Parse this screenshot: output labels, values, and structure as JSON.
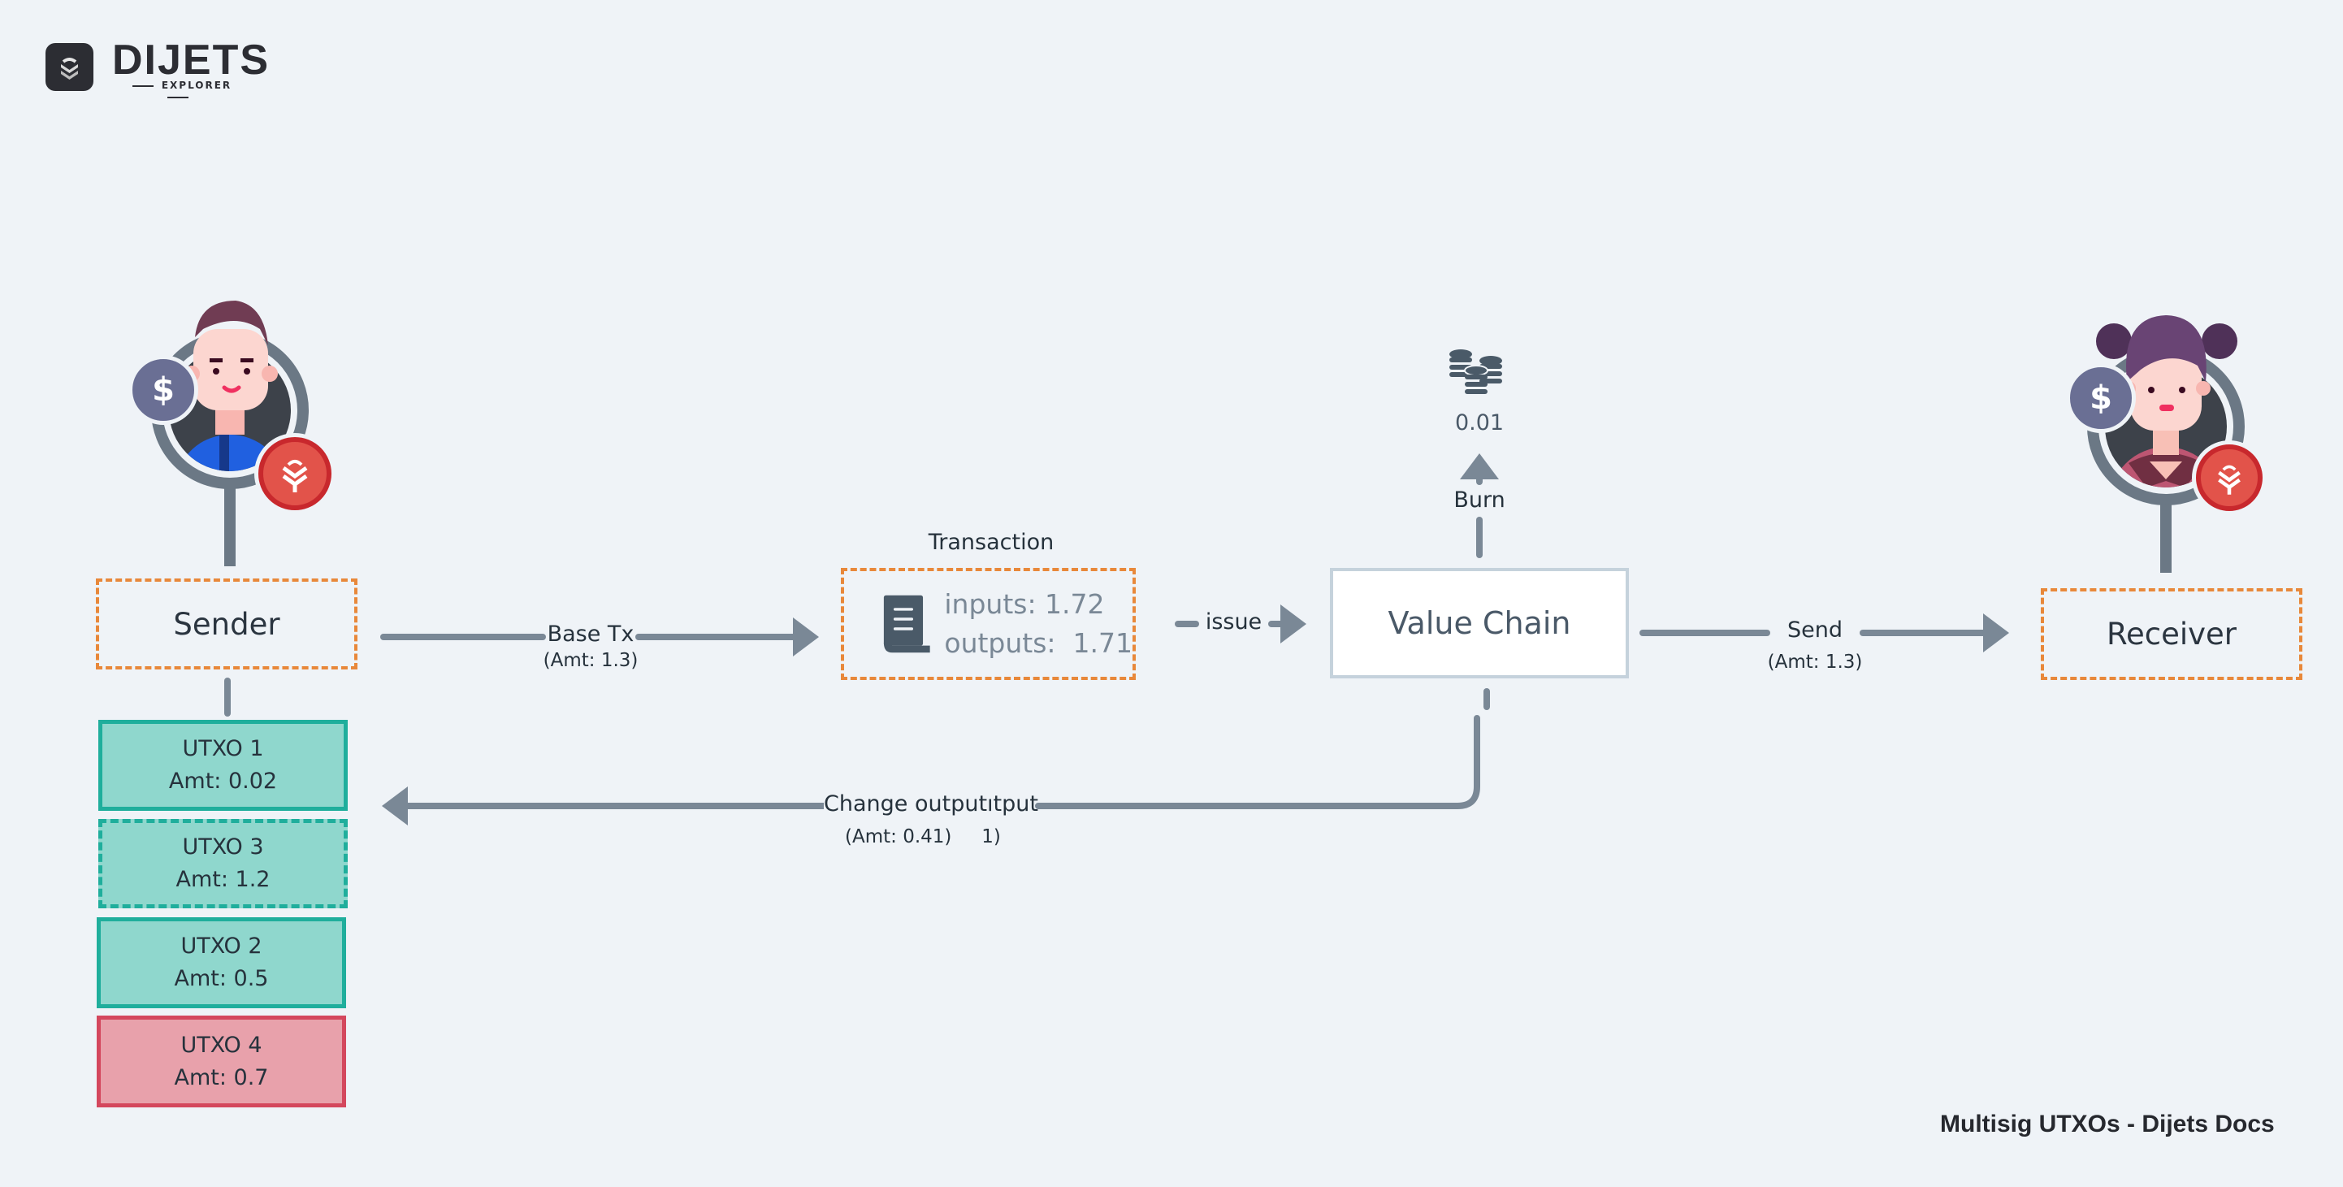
{
  "brand": {
    "name": "DIJETS",
    "subtitle": "EXPLORER",
    "logo_icon": "layered-chevrons-icon"
  },
  "actors": {
    "sender": {
      "label": "Sender",
      "avatar": "male-avatar",
      "badges": [
        "dollar-coin-icon",
        "dijets-token-icon"
      ]
    },
    "receiver": {
      "label": "Receiver",
      "avatar": "female-avatar",
      "badges": [
        "dollar-coin-icon",
        "dijets-token-icon"
      ]
    }
  },
  "utxos": [
    {
      "name": "UTXO 1",
      "amount": "Amt: 0.02",
      "style": "teal"
    },
    {
      "name": "UTXO 3",
      "amount": "Amt: 1.2",
      "style": "teal-dashed"
    },
    {
      "name": "UTXO 2",
      "amount": "Amt: 0.5",
      "style": "teal"
    },
    {
      "name": "UTXO 4",
      "amount": "Amt: 0.7",
      "style": "red"
    }
  ],
  "transaction": {
    "title": "Transaction",
    "icon": "document-scroll-icon",
    "inputs": "inputs: 1.72",
    "outputs": "outputs:  1.71"
  },
  "value_chain": {
    "label": "Value Chain"
  },
  "burn": {
    "label": "Burn",
    "amount": "0.01",
    "icon": "coin-stacks-icon"
  },
  "edges": {
    "base_tx": {
      "label": "Base Tx",
      "sub": "(Amt: 1.3)"
    },
    "issue": {
      "label": "issue"
    },
    "send": {
      "label": "Send",
      "sub": "(Amt: 1.3)"
    },
    "change": {
      "label": "Change outputıtput",
      "sub": "(Amt: 0.41)",
      "sub_ghost": "1)"
    }
  },
  "colors": {
    "background": "#eff3f7",
    "edge": "#7a8896",
    "orange_dash": "#e8883a",
    "teal_fill": "#8fd7cd",
    "teal_border": "#1fae9c",
    "red_fill": "#e8a1ab",
    "red_border": "#d4475d"
  },
  "footer": {
    "caption": "Multisig UTXOs - Dijets Docs"
  }
}
